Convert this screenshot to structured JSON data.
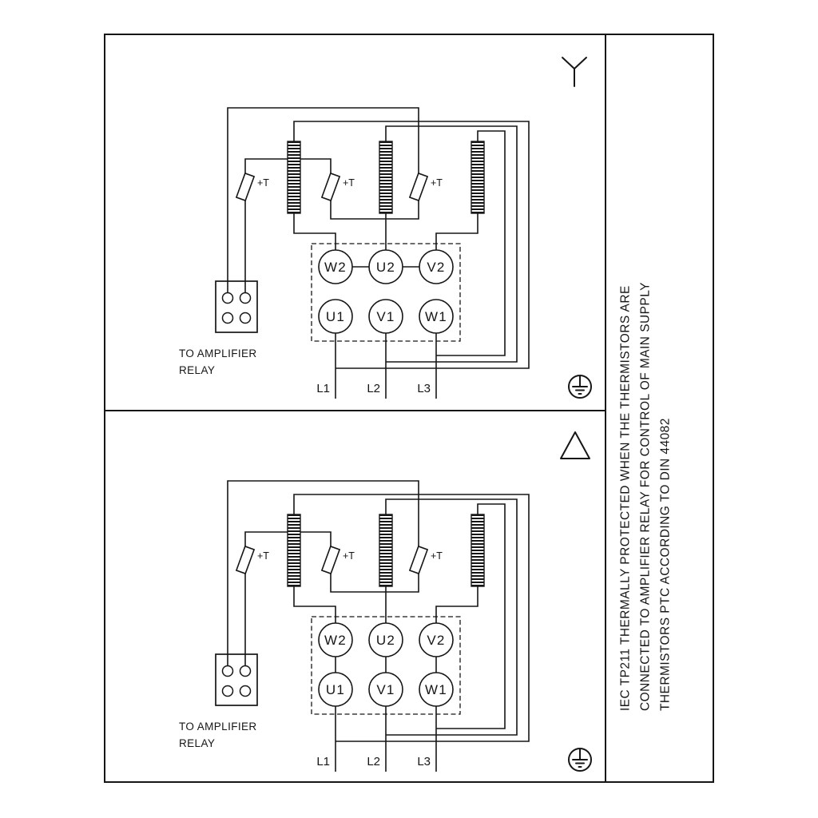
{
  "panels": [
    {
      "connection_symbol": "star",
      "terminals_top": [
        "W2",
        "U2",
        "V2"
      ],
      "terminals_bottom": [
        "U1",
        "V1",
        "W1"
      ],
      "supply_labels": [
        "L1",
        "L2",
        "L3"
      ],
      "thermistor_labels": [
        "+T",
        "+T",
        "+T"
      ],
      "relay_caption": [
        "TO AMPLIFIER",
        "RELAY"
      ],
      "ground_symbol": "protective-earth"
    },
    {
      "connection_symbol": "delta",
      "terminals_top": [
        "W2",
        "U2",
        "V2"
      ],
      "terminals_bottom": [
        "U1",
        "V1",
        "W1"
      ],
      "supply_labels": [
        "L1",
        "L2",
        "L3"
      ],
      "thermistor_labels": [
        "+T",
        "+T",
        "+T"
      ],
      "relay_caption": [
        "TO AMPLIFIER",
        "RELAY"
      ],
      "ground_symbol": "protective-earth"
    }
  ],
  "side_note": {
    "line1": "IEC TP211 THERMALLY PROTECTED WHEN THE THERMISTORS ARE",
    "line2": "CONNECTED TO AMPLIFIER RELAY FOR CONTROL OF MAIN SUPPLY",
    "line3": "THERMISTORS PTC ACCORDING TO DIN 44082"
  },
  "colors": {
    "ink": "#161616",
    "background": "#ffffff"
  }
}
